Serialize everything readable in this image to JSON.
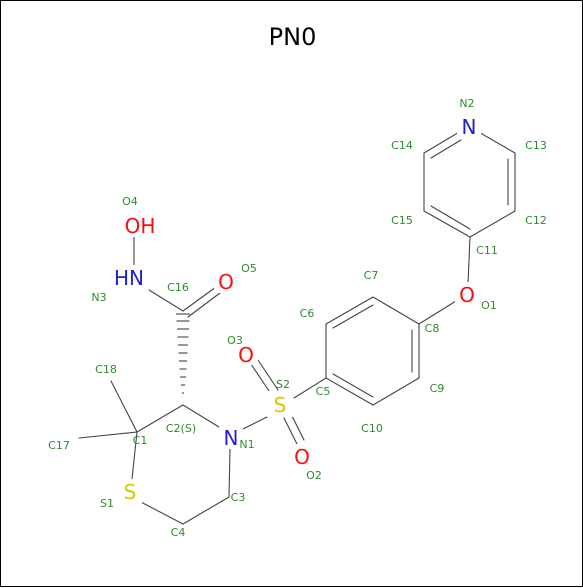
{
  "title": "PN0",
  "colors": {
    "carbon_label": "#2e8b2e",
    "nitrogen": "#1f1fd8",
    "oxygen": "#ff0d0d",
    "sulfur": "#d6c700",
    "bond": "#444444"
  },
  "atoms": {
    "n2_sym": "N",
    "n1_sym": "N",
    "n3_sym": "HN",
    "o1_sym": "O",
    "o2_sym": "O",
    "o3_sym": "O",
    "o4_sym": "OH",
    "o5_sym": "O",
    "s1_sym": "S",
    "s2_sym": "S"
  },
  "labels": {
    "n2": "N2",
    "n1": "N1",
    "n3": "N3",
    "o1": "O1",
    "o2": "O2",
    "o3": "O3",
    "o4": "O4",
    "o5": "O5",
    "s1": "S1",
    "s2": "S2",
    "c1": "C1",
    "c2": "C2(S)",
    "c3": "C3",
    "c4": "C4",
    "c5": "C5",
    "c6": "C6",
    "c7": "C7",
    "c8": "C8",
    "c9": "C9",
    "c10": "C10",
    "c11": "C11",
    "c12": "C12",
    "c13": "C13",
    "c14": "C14",
    "c15": "C15",
    "c16": "C16",
    "c17": "C17",
    "c18": "C18"
  }
}
